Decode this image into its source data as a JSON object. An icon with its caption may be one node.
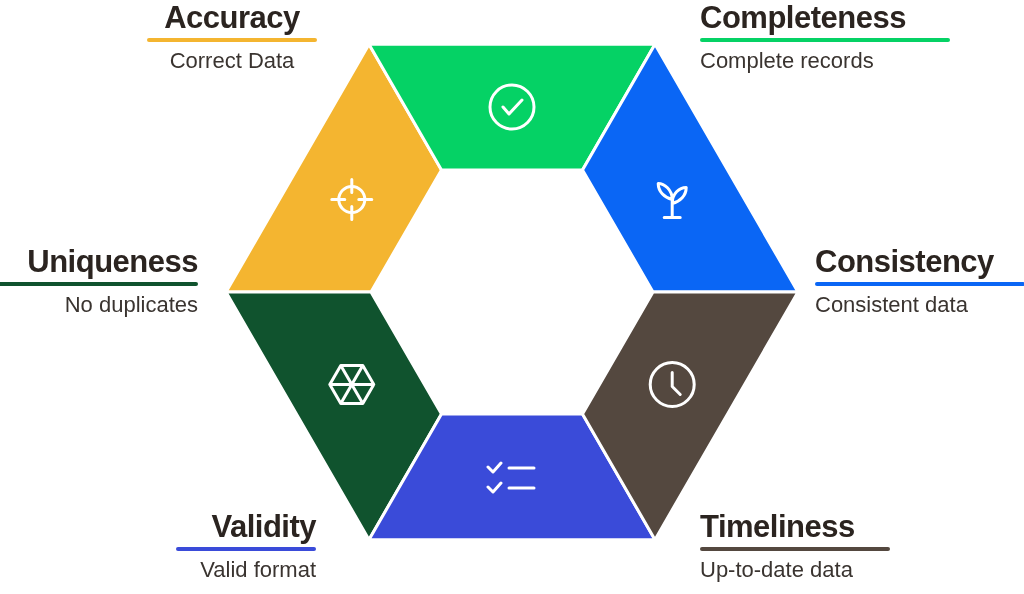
{
  "diagram": {
    "nodes": [
      {
        "text": [
          "Accuracy",
          "Correct Data"
        ]
      },
      {
        "text": [
          "Completeness",
          "Complete records"
        ]
      },
      {
        "text": [
          "Uniqueness",
          "No duplicates"
        ]
      },
      {
        "text": [
          "Consistency",
          "Consistent data"
        ]
      },
      {
        "text": [
          "Validity",
          "Valid format"
        ]
      },
      {
        "text": [
          "Timeliness",
          "Up-to-date data"
        ]
      }
    ]
  }
}
